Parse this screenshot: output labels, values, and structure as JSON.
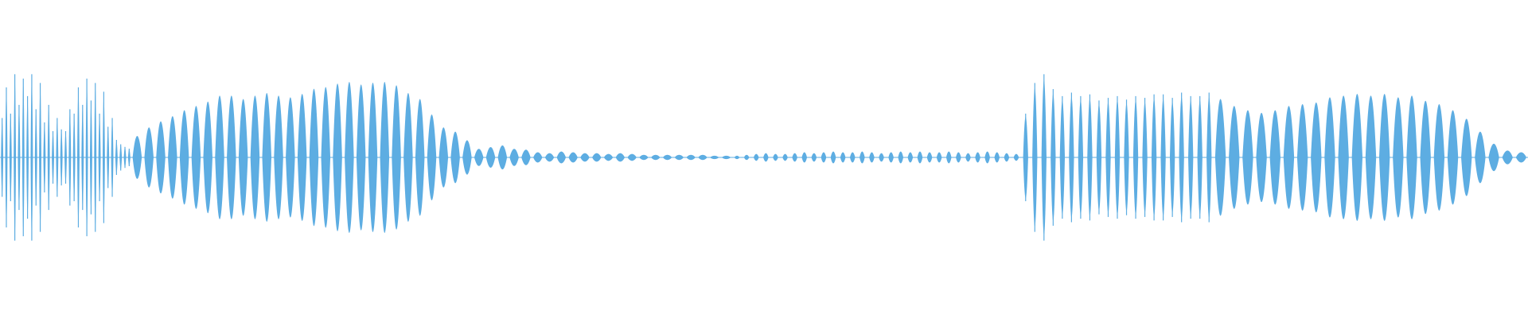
{
  "waveform": {
    "color": "#5dade2",
    "background": "#ffffff",
    "segments": [
      {
        "kind": "burst",
        "amps": [
          0.45,
          0.8,
          0.5,
          0.95,
          0.6,
          0.9,
          0.7,
          0.95,
          0.55,
          0.85,
          0.4,
          0.6,
          0.3,
          0.45,
          0.32,
          0.3,
          0.55,
          0.5,
          0.8,
          0.6,
          0.9,
          0.65,
          0.85,
          0.5,
          0.75,
          0.35,
          0.45,
          0.2,
          0.15,
          0.12,
          0.1
        ]
      },
      {
        "kind": "tone",
        "amps": [
          0.25,
          0.35,
          0.42,
          0.48,
          0.55,
          0.6,
          0.65,
          0.72,
          0.72,
          0.68,
          0.72,
          0.75,
          0.72,
          0.7,
          0.74,
          0.8,
          0.82,
          0.86,
          0.88,
          0.85,
          0.87,
          0.88,
          0.84,
          0.75,
          0.68,
          0.5,
          0.35,
          0.3,
          0.2,
          0.1,
          0.12,
          0.14,
          0.1,
          0.09,
          0.06,
          0.05,
          0.07,
          0.06,
          0.05,
          0.05,
          0.04,
          0.05,
          0.04,
          0.03,
          0.03,
          0.03,
          0.03,
          0.03,
          0.03,
          0.02,
          0.02
        ]
      },
      {
        "kind": "chirp",
        "amps": [
          0.02,
          0.03,
          0.04,
          0.05,
          0.04,
          0.04,
          0.05,
          0.06,
          0.05,
          0.06,
          0.07,
          0.06,
          0.06,
          0.07,
          0.06,
          0.05,
          0.06,
          0.07,
          0.06,
          0.07,
          0.06,
          0.06,
          0.07,
          0.06,
          0.05,
          0.06,
          0.07,
          0.06,
          0.05,
          0.04
        ]
      },
      {
        "kind": "burst",
        "amps": [
          0.5,
          0.85,
          0.95,
          0.78,
          0.7,
          0.74,
          0.7,
          0.72,
          0.65,
          0.68,
          0.7,
          0.66,
          0.7,
          0.68,
          0.72,
          0.72,
          0.68,
          0.74,
          0.7,
          0.7,
          0.74
        ]
      },
      {
        "kind": "tone",
        "amps": [
          0.68,
          0.6,
          0.55,
          0.52,
          0.55,
          0.6,
          0.62,
          0.64,
          0.7,
          0.72,
          0.74,
          0.72,
          0.74,
          0.7,
          0.72,
          0.66,
          0.62,
          0.55,
          0.45,
          0.3,
          0.16,
          0.08,
          0.06
        ]
      }
    ]
  }
}
